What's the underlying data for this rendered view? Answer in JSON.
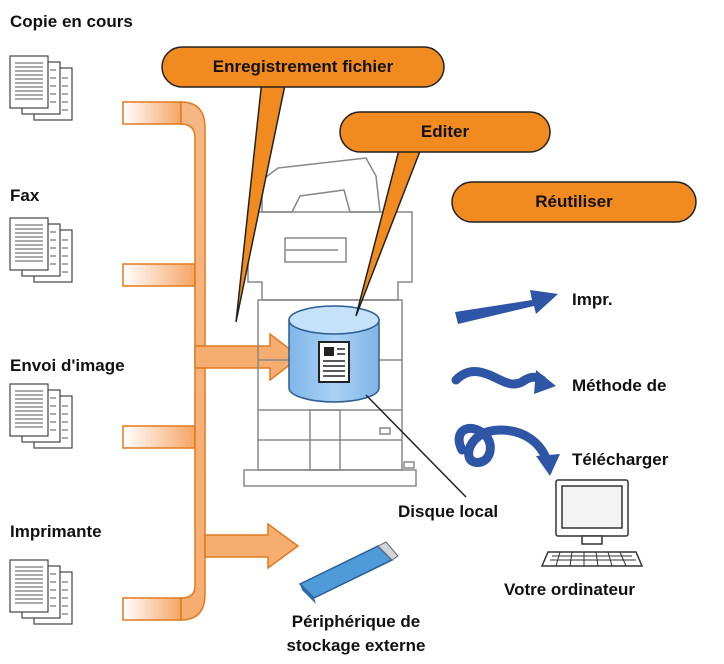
{
  "sources": [
    {
      "label": "Copie en cours"
    },
    {
      "label": "Fax"
    },
    {
      "label": "Envoi d'image"
    },
    {
      "label": "Imprimante"
    }
  ],
  "callouts": {
    "file_save": "Enregistrement fichier",
    "edit": "Editer",
    "reuse": "Réutiliser"
  },
  "outputs": {
    "print": "Impr.",
    "send_method": "Méthode de",
    "download": "Télécharger"
  },
  "devices": {
    "local_disk": "Disque local",
    "computer": "Votre ordinateur",
    "external_storage_line1": "Périphérique de",
    "external_storage_line2": "stockage externe"
  },
  "colors": {
    "orange": "#f28b1f",
    "arrow_light": "#fbd9b8",
    "blue_arrow": "#2f56a6",
    "disk_blue": "#9cc9f0",
    "usb_blue": "#4f9bd9"
  }
}
